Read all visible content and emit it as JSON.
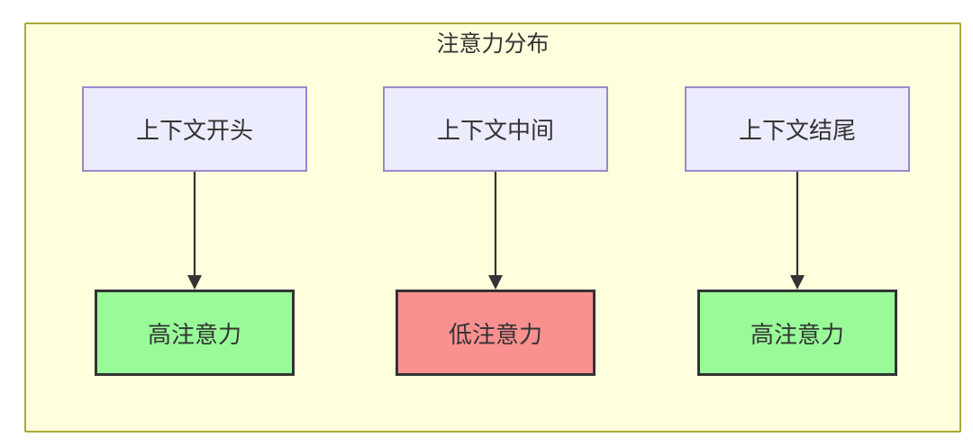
{
  "diagram": {
    "title": "注意力分布",
    "columns": [
      {
        "source": "上下文开头",
        "target": "高注意力",
        "attention_level": "high"
      },
      {
        "source": "上下文中间",
        "target": "低注意力",
        "attention_level": "low"
      },
      {
        "source": "上下文结尾",
        "target": "高注意力",
        "attention_level": "high"
      }
    ],
    "colors": {
      "canvas_bg": "#FFFFDE",
      "canvas_border": "#AAAA33",
      "source_fill": "#ECECFF",
      "source_border": "#9988CC",
      "high_fill": "#98FB98",
      "low_fill": "#FA9090",
      "target_border": "#333333",
      "arrow": "#333333",
      "text": "#333333"
    }
  }
}
